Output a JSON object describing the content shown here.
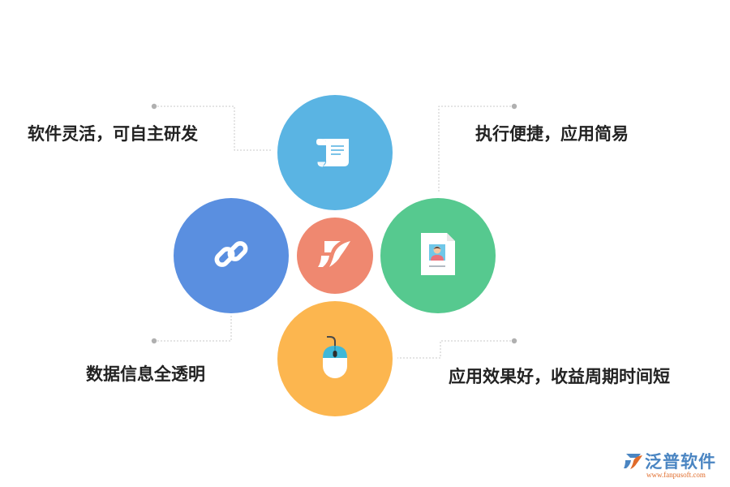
{
  "features": {
    "top_left": "软件灵活，可自主研发",
    "top_right": "执行便捷，应用简易",
    "bottom_left": "数据信息全透明",
    "bottom_right": "应用效果好，收益周期时间短"
  },
  "icons": {
    "top": "scroll-icon",
    "left": "chain-link-icon",
    "right": "id-document-icon",
    "bottom": "mouse-icon",
    "center": "brand-logo-icon"
  },
  "colors": {
    "top": "#5ab4e3",
    "left": "#5a8fe0",
    "right": "#56c98f",
    "bottom": "#fcb64f",
    "center": "#ef8870"
  },
  "brand": {
    "name": "泛普软件",
    "url": "www.fanpusoft.com"
  }
}
